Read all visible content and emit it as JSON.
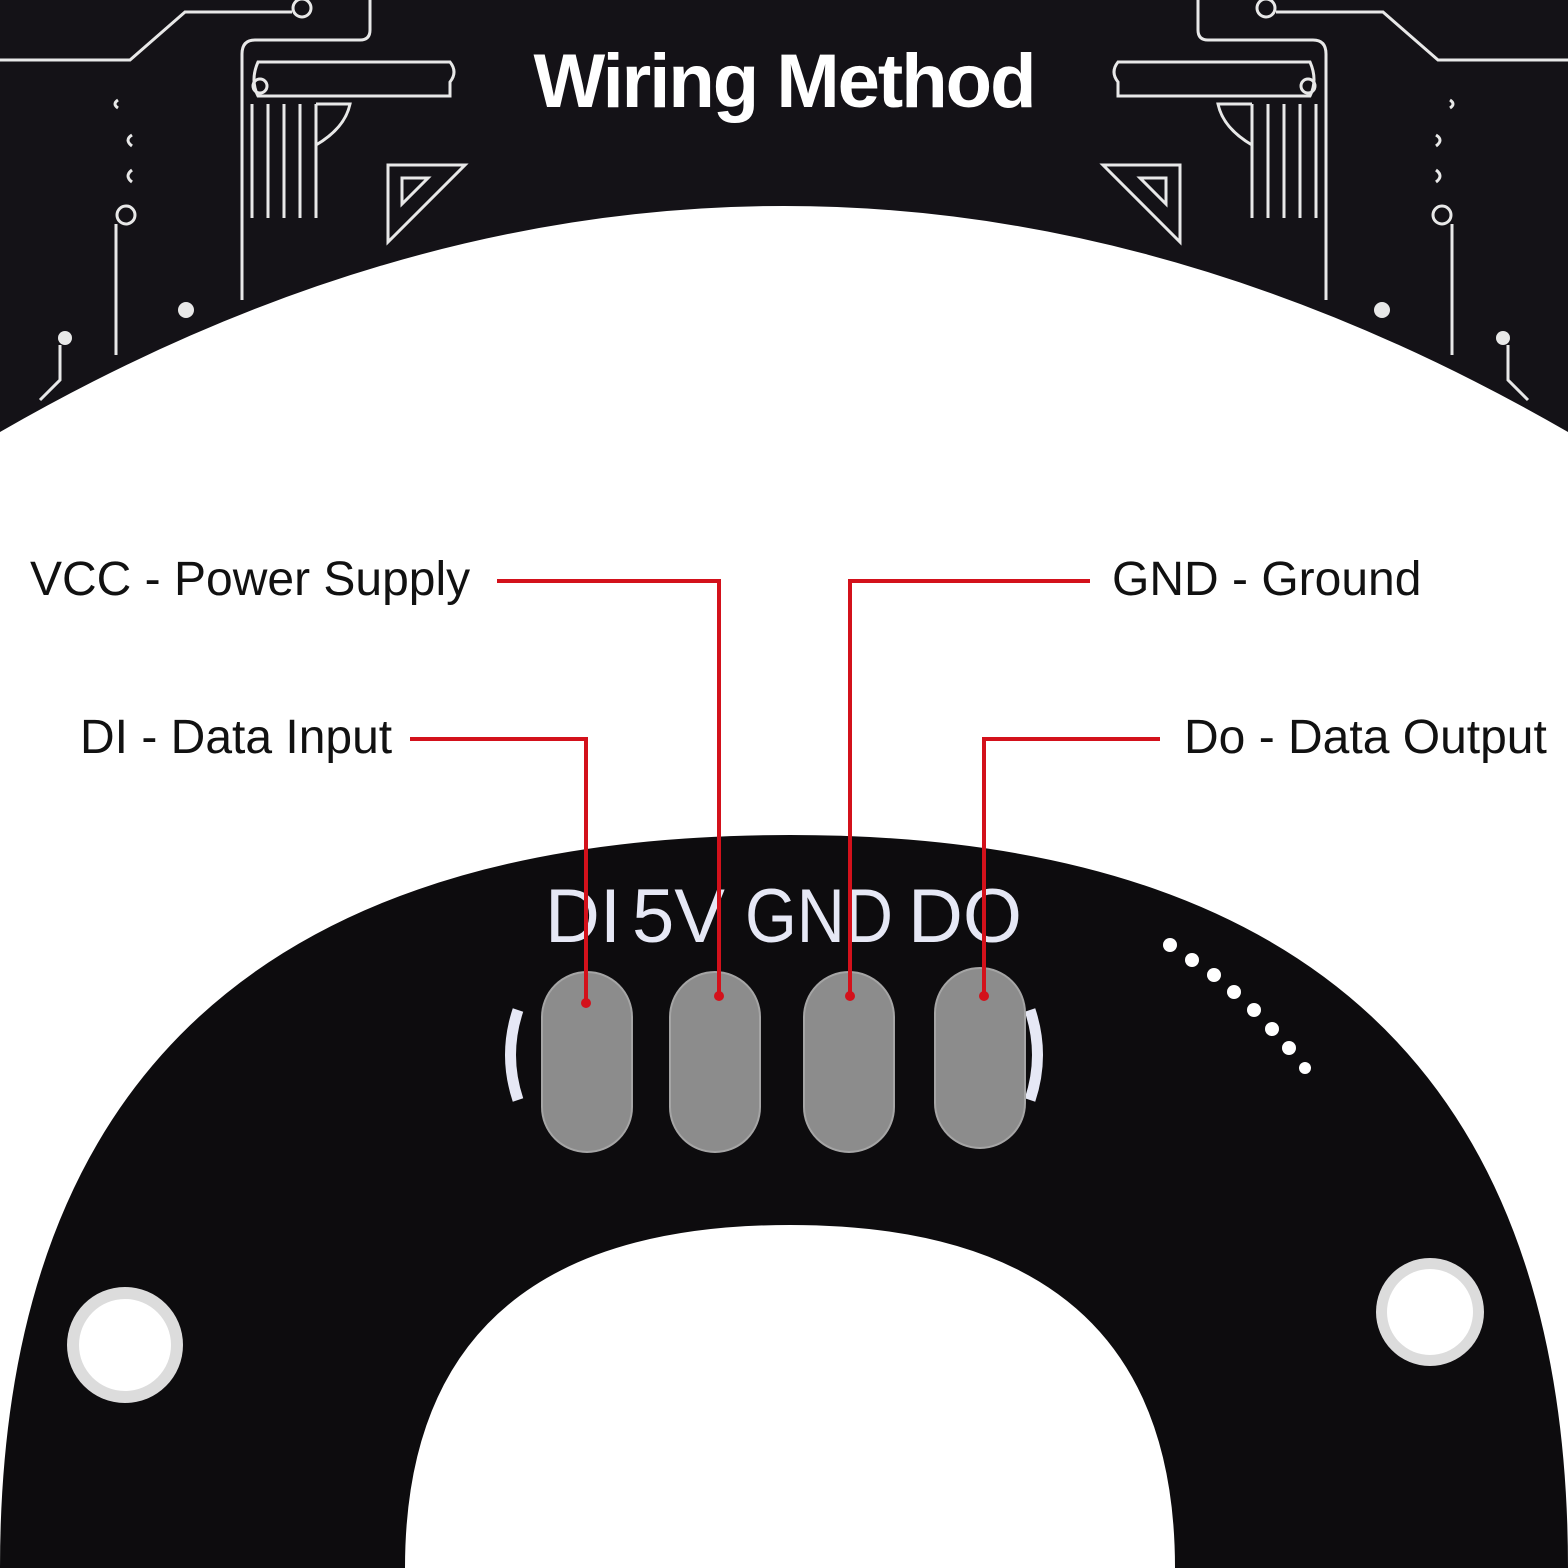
{
  "title": "Wiring Method",
  "colors": {
    "banner": "#141217",
    "pcb": "#0d0c0e",
    "pad": "#8a8a8a",
    "silkscreen": "#e6e8f5",
    "leader_line": "#d3111b"
  },
  "callouts": {
    "vcc": "VCC - Power Supply",
    "gnd": "GND - Ground",
    "di": "DI - Data Input",
    "do": "Do - Data Output"
  },
  "silkscreen": {
    "di": "DI",
    "v5": "5V",
    "gnd": "GND",
    "do": "DO"
  }
}
